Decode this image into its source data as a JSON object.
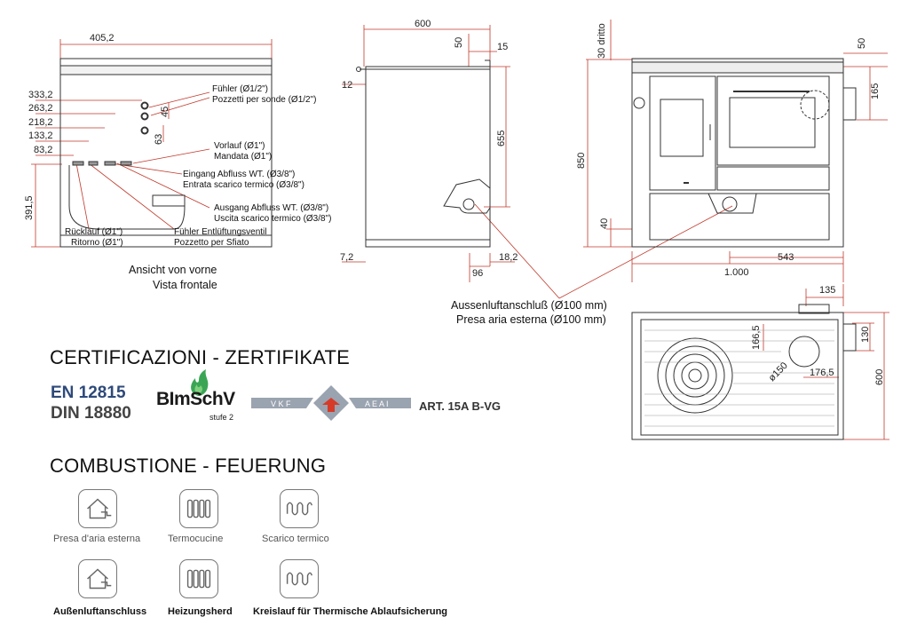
{
  "front_view": {
    "dim_width": "405,2",
    "dim_heights": [
      "333,2",
      "263,2",
      "218,2",
      "133,2",
      "83,2"
    ],
    "dim_391": "391,5",
    "dim_45": "45",
    "dim_63": "63",
    "labels": {
      "fuhler": "Fühler (Ø1/2\")",
      "pozzetti": "Pozzetti per sonde (Ø1/2\")",
      "vorlauf": "Vorlauf (Ø1\")",
      "mandata": "Mandata (Ø1\")",
      "eingang": "Eingang Abfluss WT. (Ø3/8\")",
      "entrata": "Entrata scarico termico (Ø3/8\")",
      "ausgang": "Ausgang Abfluss WT. (Ø3/8\")",
      "uscita": "Uscita scarico termico (Ø3/8\")",
      "rucklauf": "Rücklauf (Ø1\")",
      "ritorno": "Ritorno (Ø1\")",
      "fuhler_entl": "Fühler  Entlüftungsventil",
      "pozzetto_sfiato": "Pozzetto per Sfiato"
    },
    "caption_de": "Ansicht von vorne",
    "caption_it": "Vista frontale"
  },
  "side_view": {
    "dim_600": "600",
    "dim_50": "50",
    "dim_15": "15",
    "dim_12": "12",
    "dim_655": "655",
    "dim_7_2": "7,2",
    "dim_96": "96",
    "dim_18_2": "18,2"
  },
  "front_main": {
    "dim_30": "30 dritto",
    "dim_50": "50",
    "dim_165": "165",
    "dim_850": "850",
    "dim_40": "40",
    "dim_543": "543",
    "dim_1000": "1.000"
  },
  "top_view": {
    "dim_135": "135",
    "dim_166": "166,5",
    "dim_130": "130",
    "dim_150": "ø150",
    "dim_176": "176,5",
    "dim_600": "600"
  },
  "air_inlet": {
    "label_de": "Aussenluftanschluß (Ø100 mm)",
    "label_it": "Presa aria esterna (Ø100 mm)"
  },
  "certifications": {
    "heading": "CERTIFICAZIONI - ZERTIFIKATE",
    "en": "EN 12815",
    "din": "DIN 18880",
    "bimsch": "BImSchV",
    "bimsch_sub": "stufe 2",
    "vkf_left": "V K F",
    "vkf_right": "A E A I",
    "art": "ART. 15A B-VG"
  },
  "combustion": {
    "heading": "COMBUSTIONE - FEUERUNG",
    "icons": [
      {
        "icon": "house-air-icon",
        "label": "Presa d'aria esterna"
      },
      {
        "icon": "radiator-icon",
        "label": "Termocucine"
      },
      {
        "icon": "coil-icon",
        "label": "Scarico termico"
      },
      {
        "icon": "house-air-icon",
        "label": "Außenluftanschluss"
      },
      {
        "icon": "radiator-icon",
        "label": "Heizungsherd"
      },
      {
        "icon": "coil-icon",
        "label": "Kreislauf für Thermische Ablaufsicherung"
      }
    ]
  },
  "colors": {
    "line": "#333333",
    "dimension": "#c0392b",
    "en_blue": "#2e4a7a",
    "flame_green": "#3aa655",
    "vkf_red": "#d63b2a"
  }
}
